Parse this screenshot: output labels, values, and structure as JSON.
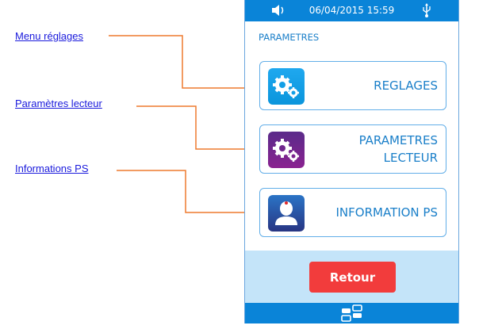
{
  "annotations": [
    {
      "label": "Menu réglages",
      "target": "reglages"
    },
    {
      "label": "Paramètres lecteur",
      "target": "parametres-lecteur"
    },
    {
      "label": "Informations PS",
      "target": "information-ps"
    }
  ],
  "colors": {
    "accent": "#0a84d8",
    "arrow": "#ee7a2e",
    "link": "#1a1adc",
    "retour": "#f23c3c"
  },
  "statusbar": {
    "datetime": "06/04/2015 15:59",
    "left_icon": "speaker-icon",
    "right_icon": "usb-icon"
  },
  "screen": {
    "title": "PARAMETRES",
    "menu": [
      {
        "label_line1": "REGLAGES",
        "label_line2": "",
        "icon": "gears-icon",
        "icon_color": "blue"
      },
      {
        "label_line1": "PARAMETRES",
        "label_line2": "LECTEUR",
        "icon": "gears-icon",
        "icon_color": "purple"
      },
      {
        "label_line1": "INFORMATION PS",
        "label_line2": "",
        "icon": "user-icon",
        "icon_color": "navy"
      }
    ],
    "back_label": "Retour",
    "bottom_icon": "apps-icon"
  }
}
